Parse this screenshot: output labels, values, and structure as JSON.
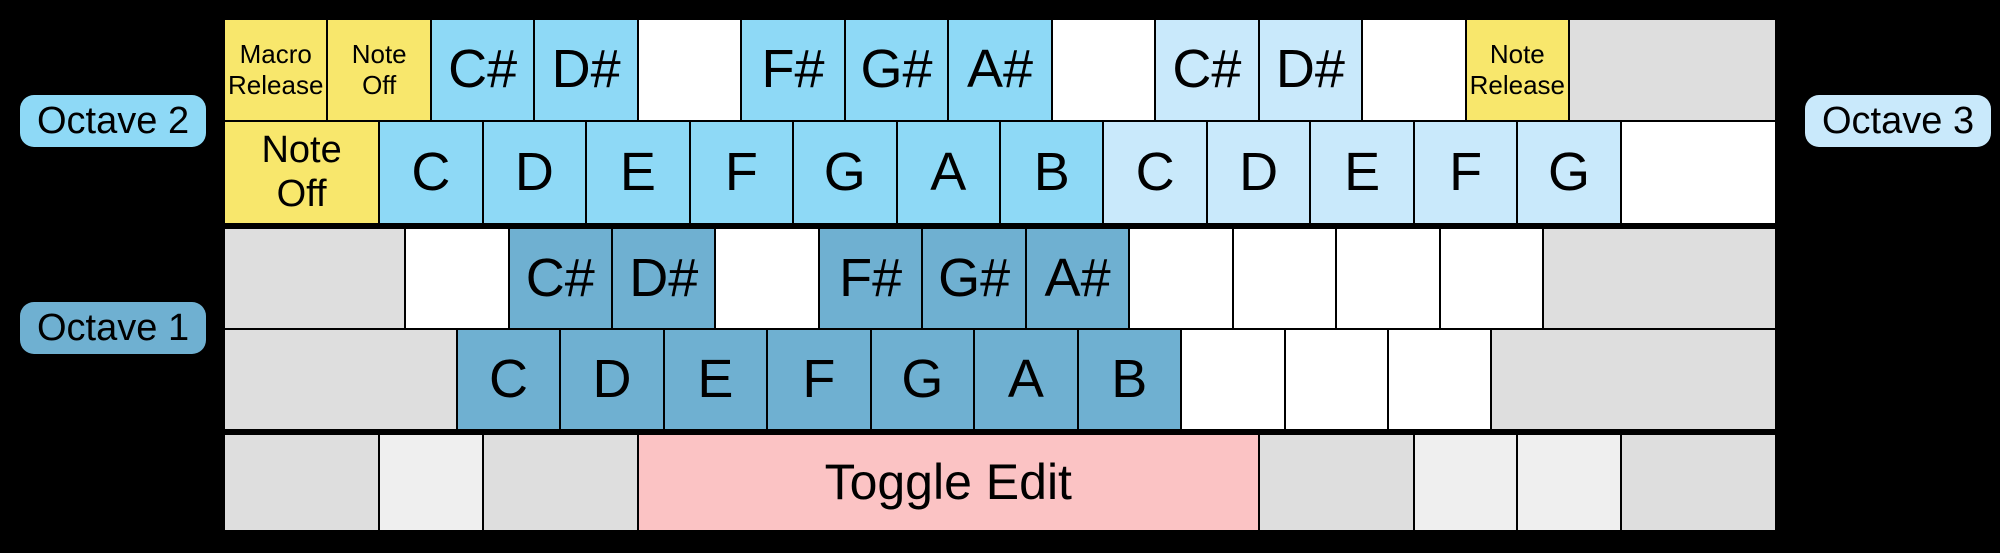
{
  "palette": {
    "yellow": "#F8E76C",
    "sky": "#8ED9F6",
    "pale": "#C9E9FB",
    "steel": "#6FB0D1",
    "pink": "#FBC3C4",
    "gray": "#DEDEDE",
    "lightgray": "#EFEFEF",
    "white": "#FFFFFF",
    "background": "#000000",
    "text": "#000000"
  },
  "octave_labels": [
    {
      "text": "Octave 2",
      "color": "sky"
    },
    {
      "text": "Octave 1",
      "color": "steel"
    },
    {
      "text": "Octave 3",
      "color": "pale"
    }
  ],
  "keyboard": {
    "rows": [
      {
        "name": "number-row",
        "keys": [
          {
            "label": "Macro\nRelease",
            "w": 1,
            "color": "yellow",
            "size": "small",
            "name": "key-macro-release"
          },
          {
            "label": "Note\nOff",
            "w": 1,
            "color": "yellow",
            "size": "small",
            "name": "key-note-off-top"
          },
          {
            "label": "C#",
            "w": 1,
            "color": "sky",
            "name": "key-note-csharp-oct2"
          },
          {
            "label": "D#",
            "w": 1,
            "color": "sky",
            "name": "key-note-dsharp-oct2"
          },
          {
            "label": "",
            "w": 1,
            "color": "white",
            "name": "key-unmapped"
          },
          {
            "label": "F#",
            "w": 1,
            "color": "sky",
            "name": "key-note-fsharp-oct2"
          },
          {
            "label": "G#",
            "w": 1,
            "color": "sky",
            "name": "key-note-gsharp-oct2"
          },
          {
            "label": "A#",
            "w": 1,
            "color": "sky",
            "name": "key-note-asharp-oct2"
          },
          {
            "label": "",
            "w": 1,
            "color": "white",
            "name": "key-unmapped"
          },
          {
            "label": "C#",
            "w": 1,
            "color": "pale",
            "name": "key-note-csharp-oct3"
          },
          {
            "label": "D#",
            "w": 1,
            "color": "pale",
            "name": "key-note-dsharp-oct3"
          },
          {
            "label": "",
            "w": 1,
            "color": "white",
            "name": "key-unmapped"
          },
          {
            "label": "Note\nRelease",
            "w": 1,
            "color": "yellow",
            "size": "small",
            "name": "key-note-release"
          },
          {
            "label": "",
            "w": 2,
            "color": "gray",
            "name": "key-filler"
          }
        ]
      },
      {
        "name": "qwerty-row",
        "keys": [
          {
            "label": "Note\nOff",
            "w": 1.5,
            "color": "yellow",
            "size": "medium",
            "name": "key-note-off-main"
          },
          {
            "label": "C",
            "w": 1,
            "color": "sky",
            "name": "key-note-c-oct2"
          },
          {
            "label": "D",
            "w": 1,
            "color": "sky",
            "name": "key-note-d-oct2"
          },
          {
            "label": "E",
            "w": 1,
            "color": "sky",
            "name": "key-note-e-oct2"
          },
          {
            "label": "F",
            "w": 1,
            "color": "sky",
            "name": "key-note-f-oct2"
          },
          {
            "label": "G",
            "w": 1,
            "color": "sky",
            "name": "key-note-g-oct2"
          },
          {
            "label": "A",
            "w": 1,
            "color": "sky",
            "name": "key-note-a-oct2"
          },
          {
            "label": "B",
            "w": 1,
            "color": "sky",
            "name": "key-note-b-oct2"
          },
          {
            "label": "C",
            "w": 1,
            "color": "pale",
            "name": "key-note-c-oct3"
          },
          {
            "label": "D",
            "w": 1,
            "color": "pale",
            "name": "key-note-d-oct3"
          },
          {
            "label": "E",
            "w": 1,
            "color": "pale",
            "name": "key-note-e-oct3"
          },
          {
            "label": "F",
            "w": 1,
            "color": "pale",
            "name": "key-note-f-oct3"
          },
          {
            "label": "G",
            "w": 1,
            "color": "pale",
            "name": "key-note-g-oct3"
          },
          {
            "label": "",
            "w": 1.5,
            "color": "white",
            "name": "key-unmapped"
          }
        ]
      },
      {
        "name": "home-row",
        "keys": [
          {
            "label": "",
            "w": 1.75,
            "color": "gray",
            "name": "key-filler"
          },
          {
            "label": "",
            "w": 1,
            "color": "white",
            "name": "key-unmapped"
          },
          {
            "label": "C#",
            "w": 1,
            "color": "steel",
            "name": "key-note-csharp-oct1"
          },
          {
            "label": "D#",
            "w": 1,
            "color": "steel",
            "name": "key-note-dsharp-oct1"
          },
          {
            "label": "",
            "w": 1,
            "color": "white",
            "name": "key-unmapped"
          },
          {
            "label": "F#",
            "w": 1,
            "color": "steel",
            "name": "key-note-fsharp-oct1"
          },
          {
            "label": "G#",
            "w": 1,
            "color": "steel",
            "name": "key-note-gsharp-oct1"
          },
          {
            "label": "A#",
            "w": 1,
            "color": "steel",
            "name": "key-note-asharp-oct1"
          },
          {
            "label": "",
            "w": 1,
            "color": "white",
            "name": "key-unmapped"
          },
          {
            "label": "",
            "w": 1,
            "color": "white",
            "name": "key-unmapped"
          },
          {
            "label": "",
            "w": 1,
            "color": "white",
            "name": "key-unmapped"
          },
          {
            "label": "",
            "w": 1,
            "color": "white",
            "name": "key-unmapped"
          },
          {
            "label": "",
            "w": 2.25,
            "color": "gray",
            "name": "key-filler"
          }
        ]
      },
      {
        "name": "zxcv-row",
        "keys": [
          {
            "label": "",
            "w": 2.25,
            "color": "gray",
            "name": "key-filler"
          },
          {
            "label": "C",
            "w": 1,
            "color": "steel",
            "name": "key-note-c-oct1"
          },
          {
            "label": "D",
            "w": 1,
            "color": "steel",
            "name": "key-note-d-oct1"
          },
          {
            "label": "E",
            "w": 1,
            "color": "steel",
            "name": "key-note-e-oct1"
          },
          {
            "label": "F",
            "w": 1,
            "color": "steel",
            "name": "key-note-f-oct1"
          },
          {
            "label": "G",
            "w": 1,
            "color": "steel",
            "name": "key-note-g-oct1"
          },
          {
            "label": "A",
            "w": 1,
            "color": "steel",
            "name": "key-note-a-oct1"
          },
          {
            "label": "B",
            "w": 1,
            "color": "steel",
            "name": "key-note-b-oct1"
          },
          {
            "label": "",
            "w": 1,
            "color": "white",
            "name": "key-unmapped"
          },
          {
            "label": "",
            "w": 1,
            "color": "white",
            "name": "key-unmapped"
          },
          {
            "label": "",
            "w": 1,
            "color": "white",
            "name": "key-unmapped"
          },
          {
            "label": "",
            "w": 2.75,
            "color": "gray",
            "name": "key-filler"
          }
        ]
      },
      {
        "name": "bottom-row",
        "keys": [
          {
            "label": "",
            "w": 1.5,
            "color": "gray",
            "name": "key-filler"
          },
          {
            "label": "",
            "w": 1,
            "color": "lightgray",
            "name": "key-filler-light"
          },
          {
            "label": "",
            "w": 1.5,
            "color": "gray",
            "name": "key-filler"
          },
          {
            "label": "Toggle Edit",
            "w": 6,
            "color": "pink",
            "size": "toggle",
            "name": "key-toggle-edit"
          },
          {
            "label": "",
            "w": 1.5,
            "color": "gray",
            "name": "key-filler"
          },
          {
            "label": "",
            "w": 1,
            "color": "lightgray",
            "name": "key-filler-light"
          },
          {
            "label": "",
            "w": 1,
            "color": "lightgray",
            "name": "key-filler-light"
          },
          {
            "label": "",
            "w": 1.5,
            "color": "gray",
            "name": "key-filler"
          }
        ]
      }
    ]
  }
}
